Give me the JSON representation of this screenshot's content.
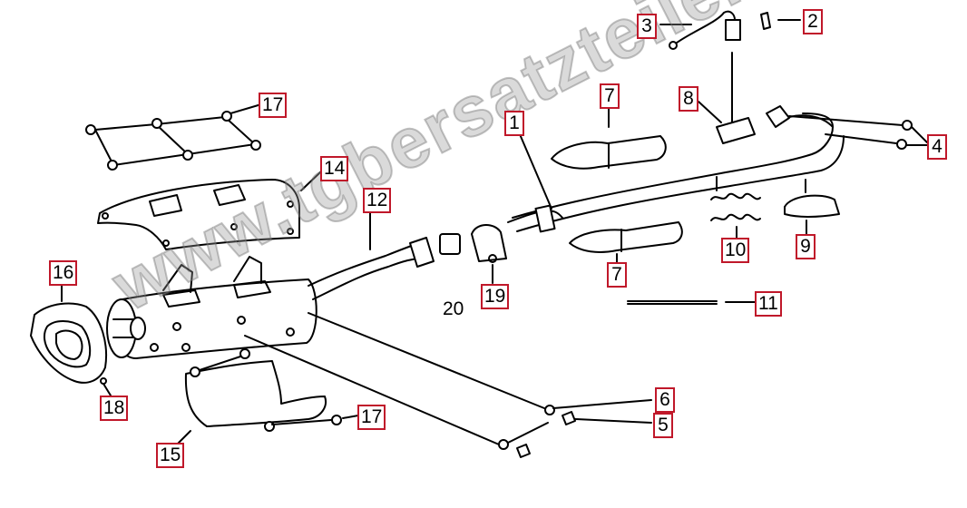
{
  "callouts": {
    "c1": "1",
    "c2": "2",
    "c3": "3",
    "c4": "4",
    "c5": "5",
    "c6": "6",
    "c7a": "7",
    "c7b": "7",
    "c8": "8",
    "c9": "9",
    "c10": "10",
    "c11": "11",
    "c12": "12",
    "c14": "14",
    "c15": "15",
    "c16": "16",
    "c17a": "17",
    "c17b": "17",
    "c18": "18",
    "c19": "19",
    "c20": "20"
  },
  "watermark": "www.tgbersatzteile.de",
  "colors": {
    "callout_border": "#c0182a",
    "line": "#000000",
    "watermark": "#9a9a9a"
  }
}
